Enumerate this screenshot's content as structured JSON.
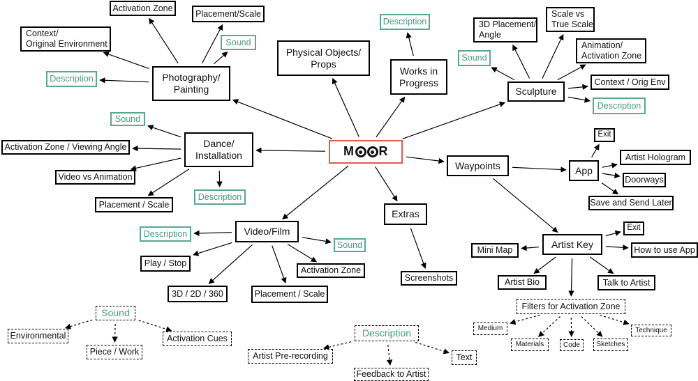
{
  "center": {
    "brand_left": "M",
    "brand_right": "R"
  },
  "nodes": {
    "photo": "Photography/\nPainting",
    "activation_zone_photo": "Activation Zone",
    "placement_scale_photo": "Placement/Scale",
    "context_orig": "Context/\nOriginal Environment",
    "sound_photo": "Sound",
    "description_photo": "Description",
    "physical": "Physical Objects/\nProps",
    "description_wip": "Description",
    "wip": "Works in\nProgress",
    "sculpture": "Sculpture",
    "placement_angle_3d": "3D Placement/\nAngle",
    "scale_vs_true": "Scale vs\nTrue Scale",
    "sound_sculpture": "Sound",
    "animation_activation": "Animation/\nActivation Zone",
    "context_orig_env": "Context / Orig Env",
    "description_sculpture": "Description",
    "dance": "Dance/\nInstallation",
    "sound_dance": "Sound",
    "activation_viewing": "Activation Zone / Viewing Angle",
    "video_vs_animation": "Video vs Animation",
    "description_dance": "Description",
    "placement_scale_dance": "Placement / Scale",
    "waypoints": "Waypoints",
    "app": "App",
    "exit_app": "Exit",
    "artist_hologram": "Artist Hologram",
    "doorways": "Doorways",
    "save_send": "Save and Send Later",
    "video": "Video/Film",
    "description_video": "Description",
    "sound_video": "Sound",
    "play_stop": "Play / Stop",
    "activation_zone_video": "Activation Zone",
    "format_3d": "3D / 2D / 360",
    "placement_scale_video": "Placement / Scale",
    "extras": "Extras",
    "screenshots": "Screenshots",
    "artist_key": "Artist Key",
    "exit_key": "Exit",
    "mini_map": "Mini Map",
    "how_to_use": "How to use App",
    "artist_bio": "Artist Bio",
    "talk_to_artist": "Talk to Artist",
    "filters": "Filters for Activation Zone",
    "medium": "Medium",
    "materials": "Materials",
    "code": "Code",
    "sketches": "Sketches",
    "technique": "Technique",
    "sound_legend": "Sound",
    "environmental": "Environmental",
    "piece_work": "Piece / Work",
    "activation_cues": "Activation Cues",
    "description_legend": "Description",
    "artist_prerecording": "Artist Pre-recording",
    "feedback": "Feedback to Artist",
    "text_node": "Text"
  },
  "colors": {
    "accent_teal": "#4a9a80",
    "center_border": "#e05a4f",
    "line": "#000000"
  }
}
